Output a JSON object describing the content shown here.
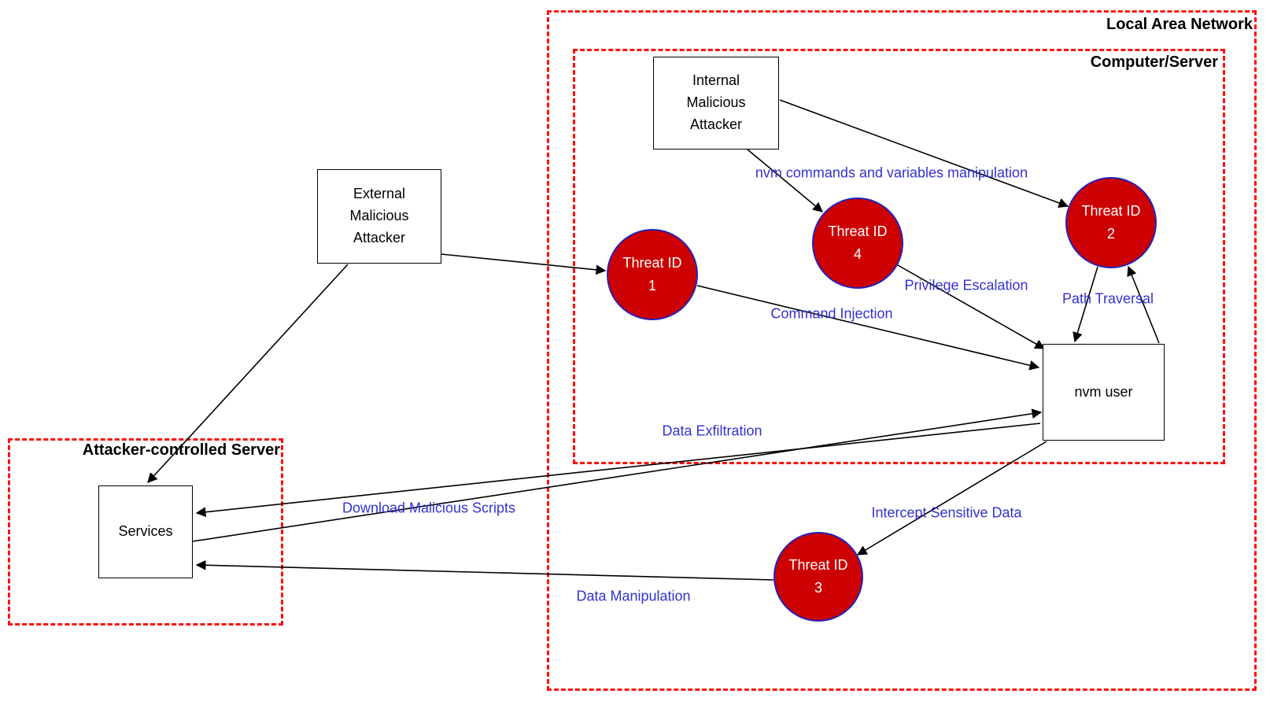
{
  "boundaries": {
    "lan": {
      "label": "Local Area Network"
    },
    "computer": {
      "label": "Computer/Server"
    },
    "attacker_server": {
      "label": "Attacker-controlled Server"
    }
  },
  "nodes": {
    "internal_attacker": {
      "lines": [
        "Internal",
        "Malicious",
        "Attacker"
      ]
    },
    "external_attacker": {
      "lines": [
        "External",
        "Malicious",
        "Attacker"
      ]
    },
    "nvm_user": {
      "label": "nvm user"
    },
    "services": {
      "label": "Services"
    }
  },
  "threats": {
    "t1": {
      "title": "Threat ID",
      "number": "1"
    },
    "t2": {
      "title": "Threat ID",
      "number": "2"
    },
    "t3": {
      "title": "Threat ID",
      "number": "3"
    },
    "t4": {
      "title": "Threat ID",
      "number": "4"
    }
  },
  "edges": {
    "nvm_commands": {
      "label": "nvm commands and variables manipulation"
    },
    "privilege_escalation": {
      "label": "Privilege Escalation"
    },
    "path_traversal": {
      "label": "Path Traversal"
    },
    "command_injection": {
      "label": "Command Injection"
    },
    "data_exfiltration": {
      "label": "Data Exfiltration"
    },
    "download_scripts": {
      "label": "Download Malicious Scripts"
    },
    "intercept_data": {
      "label": "Intercept Sensitive Data"
    },
    "data_manipulation": {
      "label": "Data Manipulation"
    }
  },
  "colors": {
    "threat_fill": "#cc0000",
    "threat_border": "#2222bb",
    "boundary_red": "#ff0d0d",
    "edge_label_blue": "#3232cd",
    "line_black": "#000000",
    "node_border": "#000000",
    "background": "#ffffff"
  }
}
